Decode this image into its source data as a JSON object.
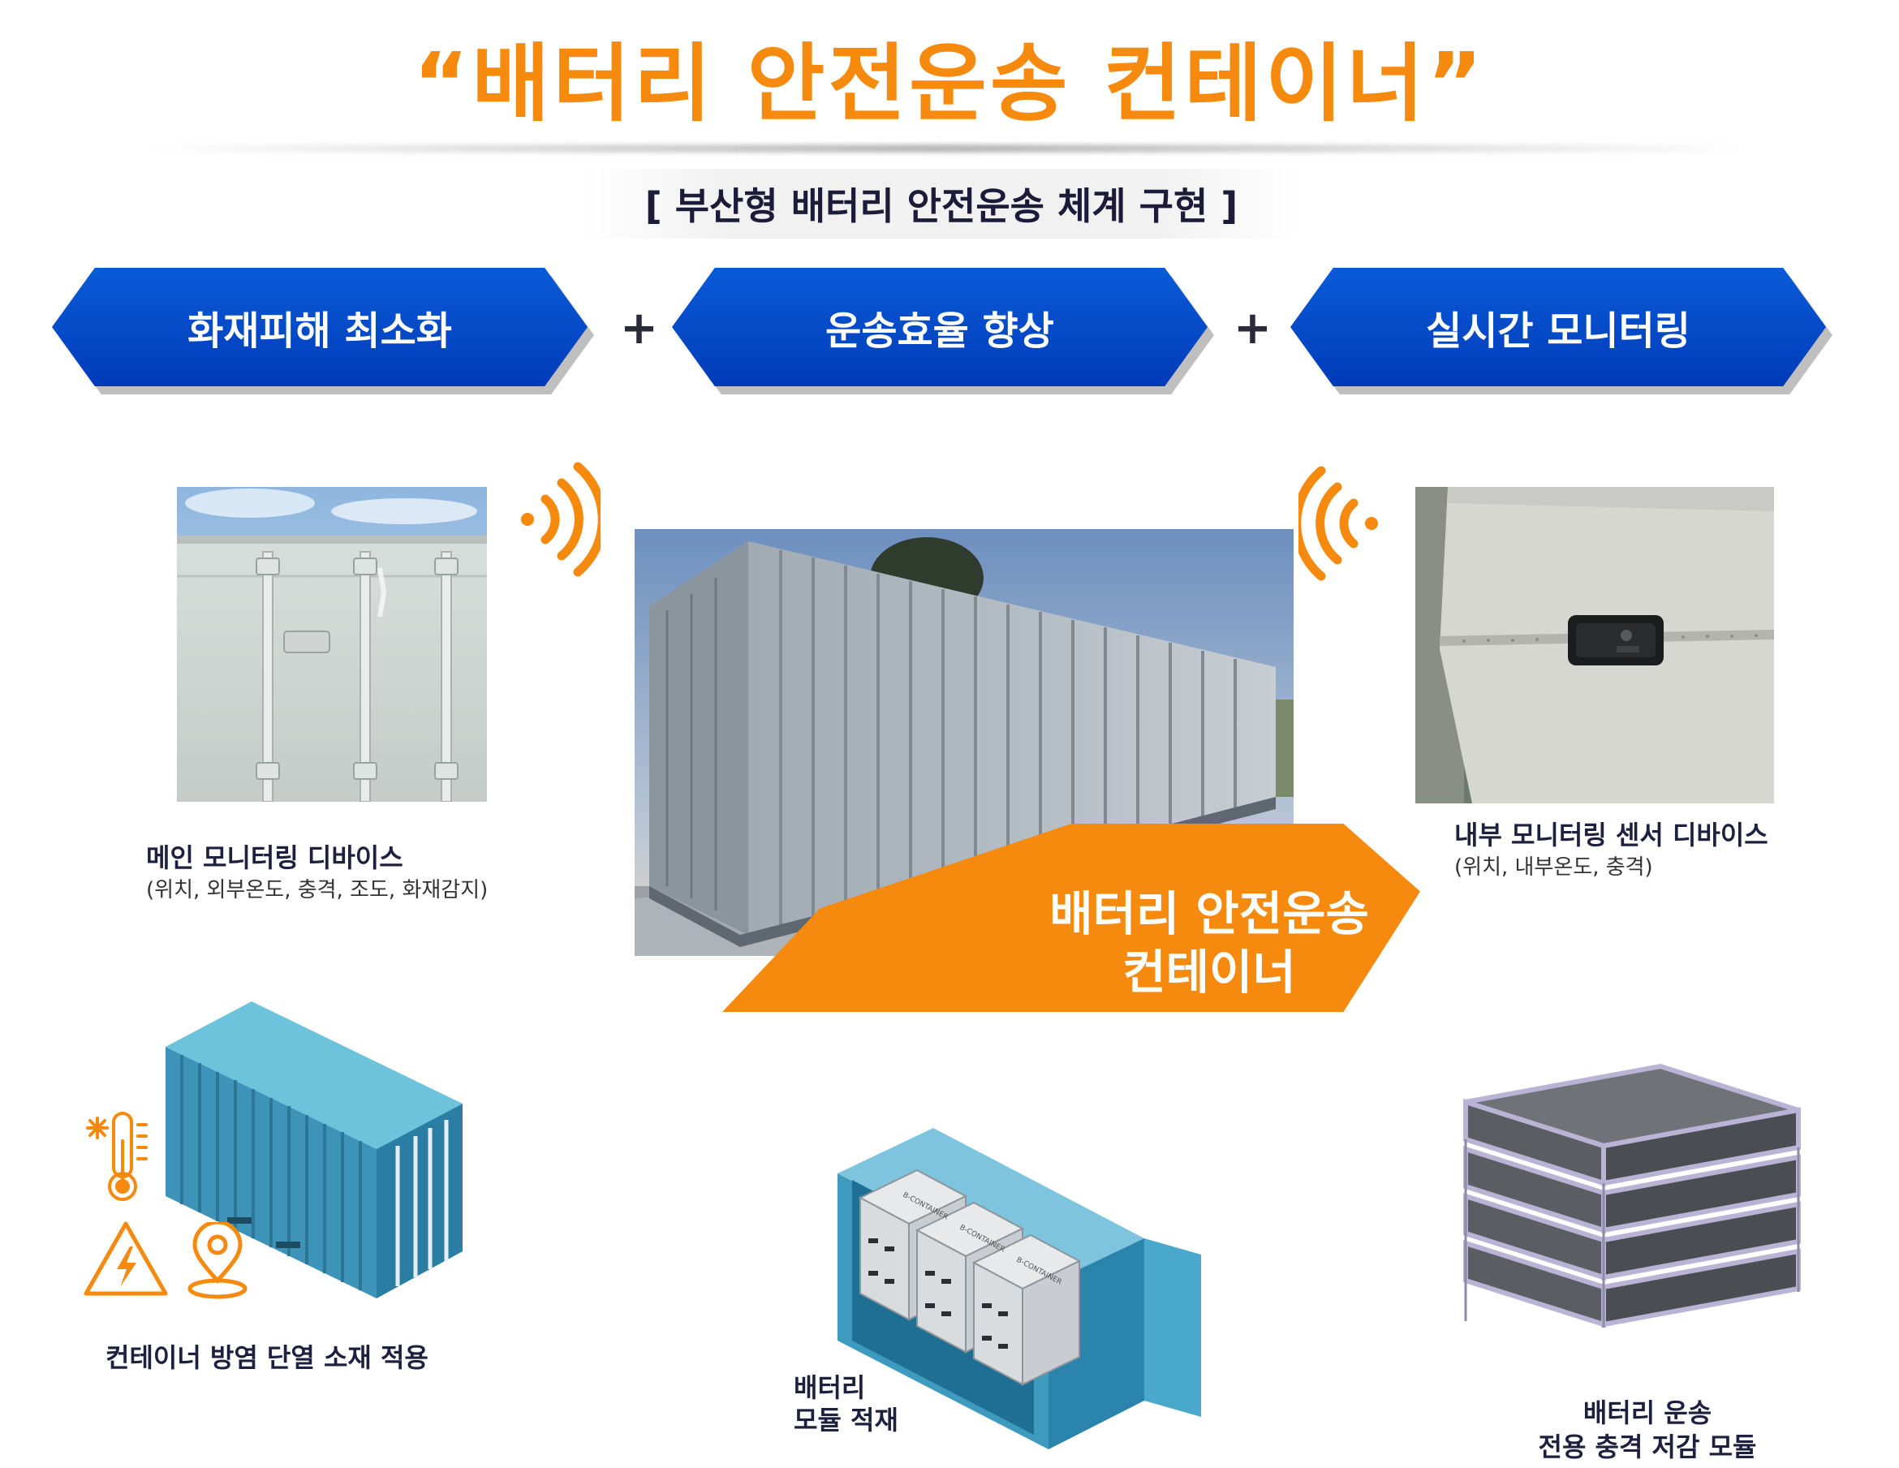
{
  "title": "“배터리 안전운송 컨테이너”",
  "subtitle": "[ 부산형 배터리 안전운송 체계 구현 ]",
  "goals": [
    {
      "label": "화재피해 최소화"
    },
    {
      "label": "운송효율 향상"
    },
    {
      "label": "실시간 모니터링"
    }
  ],
  "plus_symbol": "+",
  "devices": {
    "main": {
      "name": "메인 모니터링 디바이스",
      "detail": "(위치, 외부온도, 충격, 조도, 화재감지)"
    },
    "internal": {
      "name": "내부 모니터링 센서 디바이스",
      "detail": "(위치, 내부온도, 충격)"
    }
  },
  "center_banner": {
    "line1": "배터리 안전운송",
    "line2": "컨테이너"
  },
  "features": {
    "insulation": "컨테이너  방염 단열 소재 적용",
    "loading_line1": "배터리",
    "loading_line2": "모듈 적재",
    "module_line1": "배터리 운송",
    "module_line2": "전용 충격 저감 모듈"
  },
  "crate_label": "B-CONTAINER",
  "colors": {
    "accent_orange": "#F58A0F",
    "chevron_blue": "#0646C8",
    "container_blue": "#4a9fc0"
  },
  "icons": [
    "wifi-signal-icon",
    "thermometer-snowflake-icon",
    "electric-warning-icon",
    "location-pin-icon"
  ]
}
